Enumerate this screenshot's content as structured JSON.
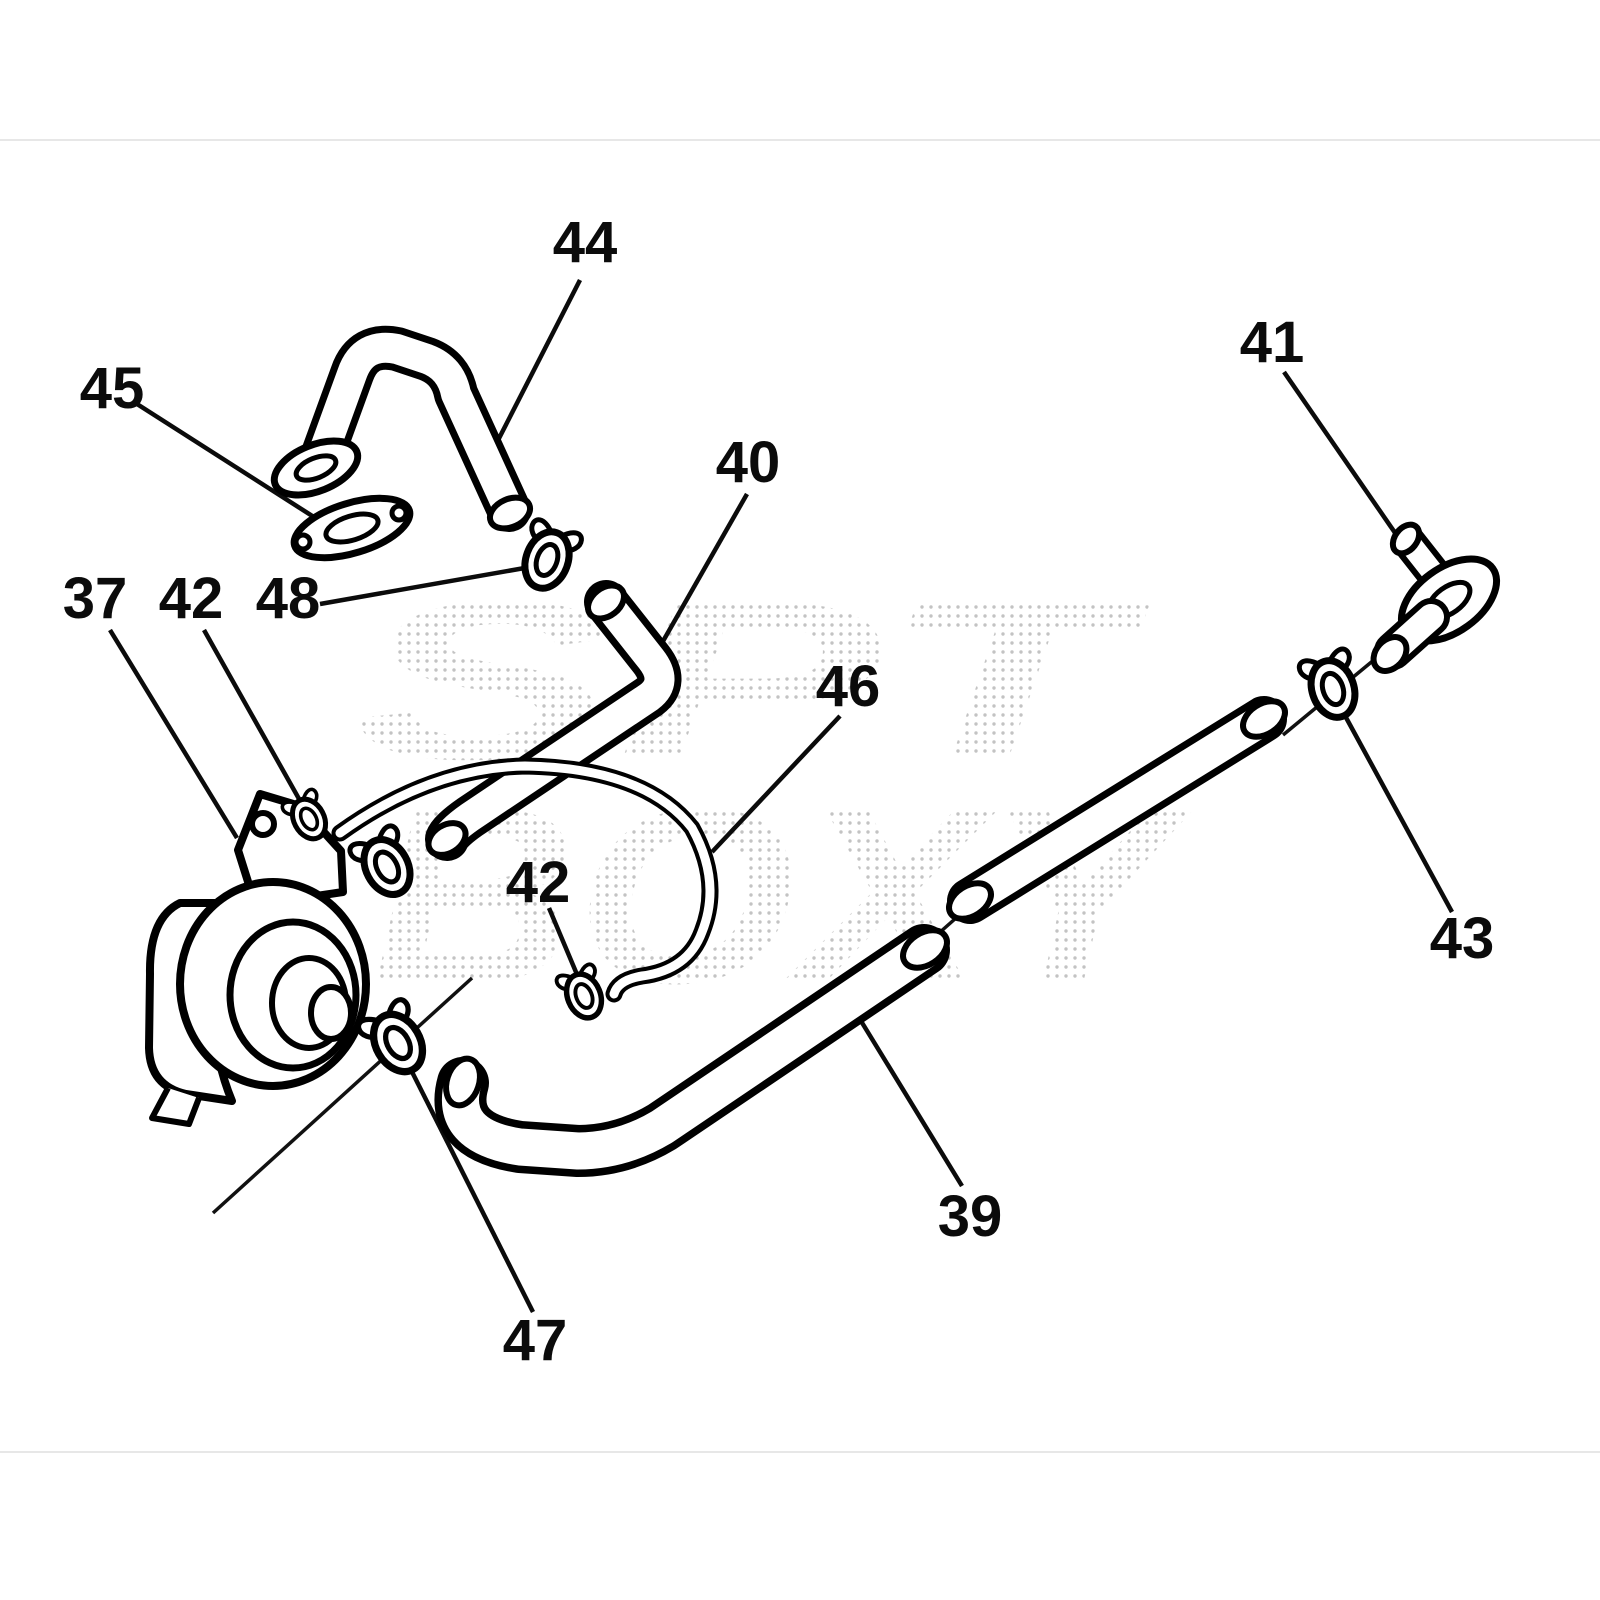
{
  "diagram": {
    "kind": "exploded-parts-diagram",
    "background": "#ffffff",
    "line_color": "#0b0b0b"
  },
  "watermark": {
    "line1": "SPT",
    "line2": "BOXY",
    "dot_color": "#b5b5b5"
  },
  "labels": [
    {
      "text": "44"
    },
    {
      "text": "45"
    },
    {
      "text": "41"
    },
    {
      "text": "40"
    },
    {
      "text": "37"
    },
    {
      "text": "42"
    },
    {
      "text": "48"
    },
    {
      "text": "46"
    },
    {
      "text": "42"
    },
    {
      "text": "43"
    },
    {
      "text": "39"
    },
    {
      "text": "47"
    }
  ]
}
